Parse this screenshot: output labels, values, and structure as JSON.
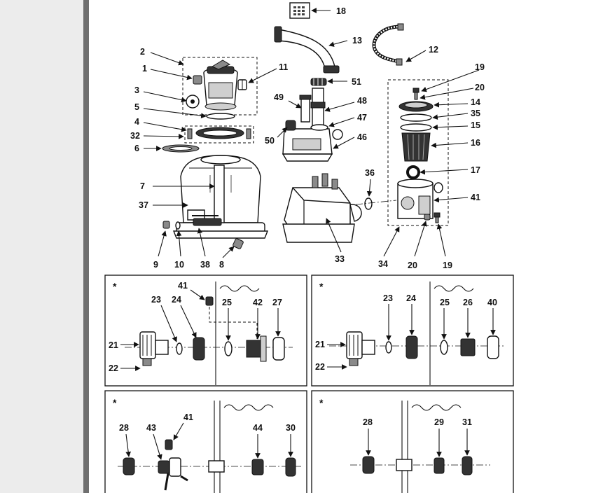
{
  "main_labels": {
    "l1": "1",
    "l2": "2",
    "l3": "3",
    "l4": "4",
    "l5": "5",
    "l6": "6",
    "l7": "7",
    "l8": "8",
    "l9": "9",
    "l10": "10",
    "l11": "11",
    "l12": "12",
    "l13": "13",
    "l14": "14",
    "l15": "15",
    "l16": "16",
    "l17": "17",
    "l18": "18",
    "l19a": "19",
    "l19b": "19",
    "l20a": "20",
    "l20b": "20",
    "l32": "32",
    "l33": "33",
    "l34": "34",
    "l35": "35",
    "l36": "36",
    "l37": "37",
    "l38": "38",
    "l41": "41",
    "l46": "46",
    "l47": "47",
    "l48": "48",
    "l49": "49",
    "l50": "50",
    "l51": "51"
  },
  "panels": {
    "star": "*",
    "p1": {
      "l41": "41",
      "l23": "23",
      "l24": "24",
      "l25": "25",
      "l42": "42",
      "l27": "27",
      "l21": "21",
      "l22": "22"
    },
    "p2": {
      "l23": "23",
      "l24": "24",
      "l25": "25",
      "l26": "26",
      "l40": "40",
      "l21": "21",
      "l22": "22"
    },
    "p3": {
      "l28": "28",
      "l43": "43",
      "l41": "41",
      "l44": "44",
      "l30": "30"
    },
    "p4": {
      "l28": "28",
      "l29": "29",
      "l31": "31"
    }
  }
}
